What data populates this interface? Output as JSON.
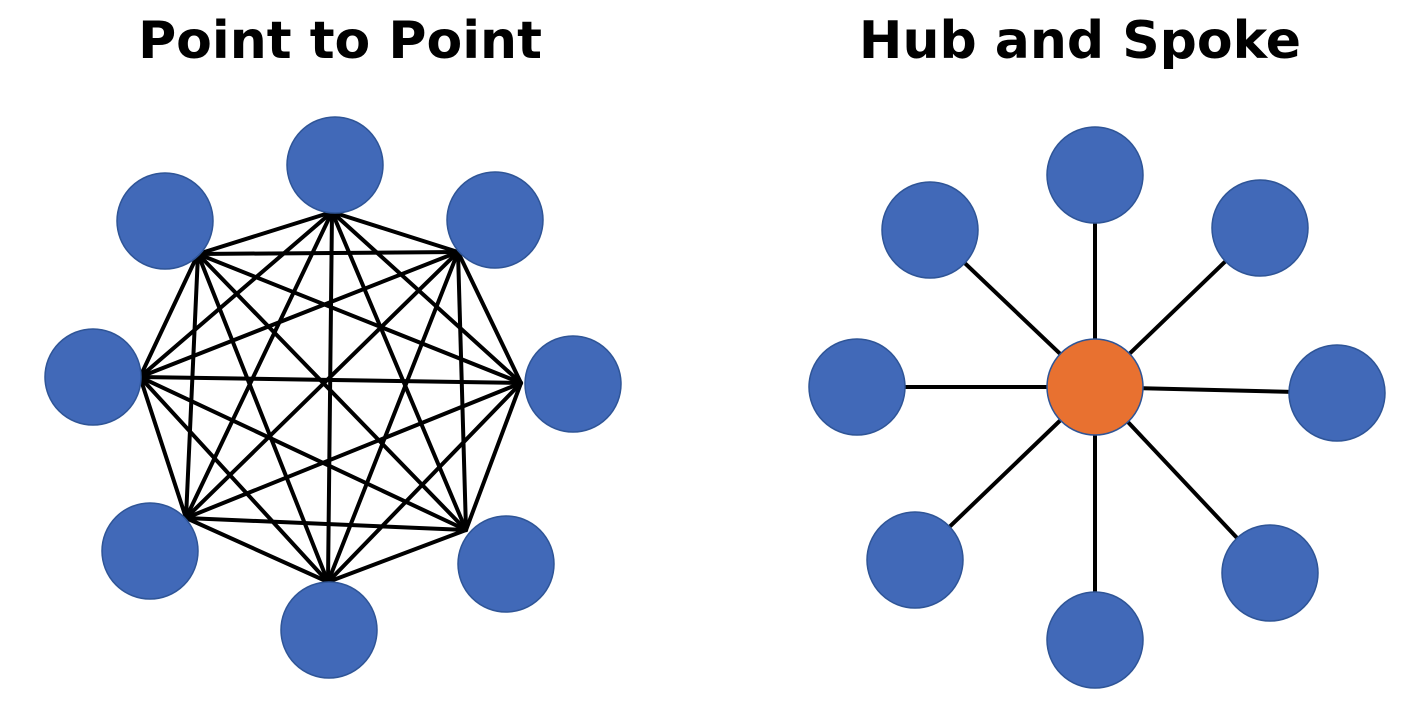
{
  "point_to_point": {
    "title": "Point to Point",
    "node_color": "#4169b8",
    "line_color": "#000000",
    "node_count": 8
  },
  "hub_and_spoke": {
    "title": "Hub and Spoke",
    "node_color": "#4169b8",
    "hub_color": "#e87130",
    "line_color": "#000000",
    "spoke_count": 8
  }
}
